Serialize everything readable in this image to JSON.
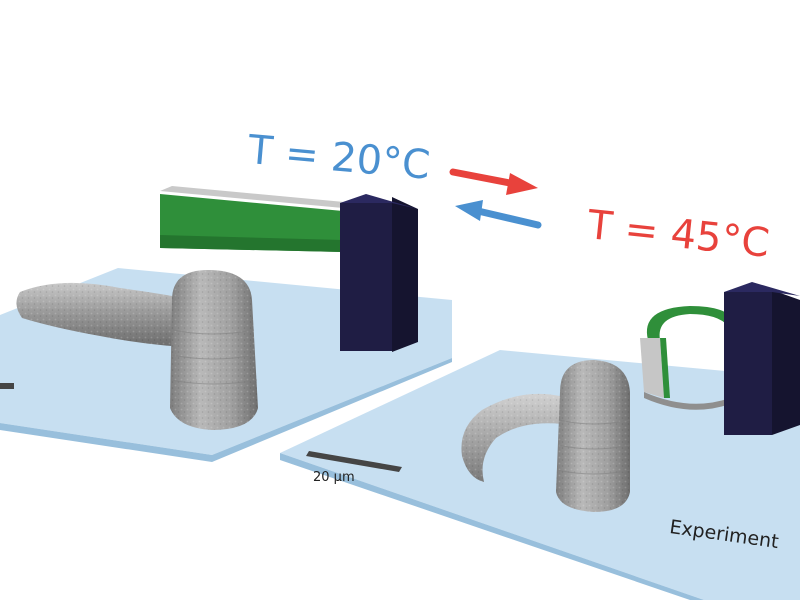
{
  "labels": {
    "cold_temperature": "T = 20°C",
    "hot_temperature": "T = 45°C",
    "scale_bar": "20 µm",
    "experiment": "Experiment"
  },
  "colors": {
    "cold": "#4a90d0",
    "hot": "#e8423c",
    "green_layer": "#2f8f3a",
    "pillar": "#1f1d44",
    "substrate": "#bdd9ee",
    "structure": "#9b9b9b"
  },
  "icons": {
    "forward_arrow": "arrow-right-icon",
    "reverse_arrow": "arrow-left-icon"
  }
}
